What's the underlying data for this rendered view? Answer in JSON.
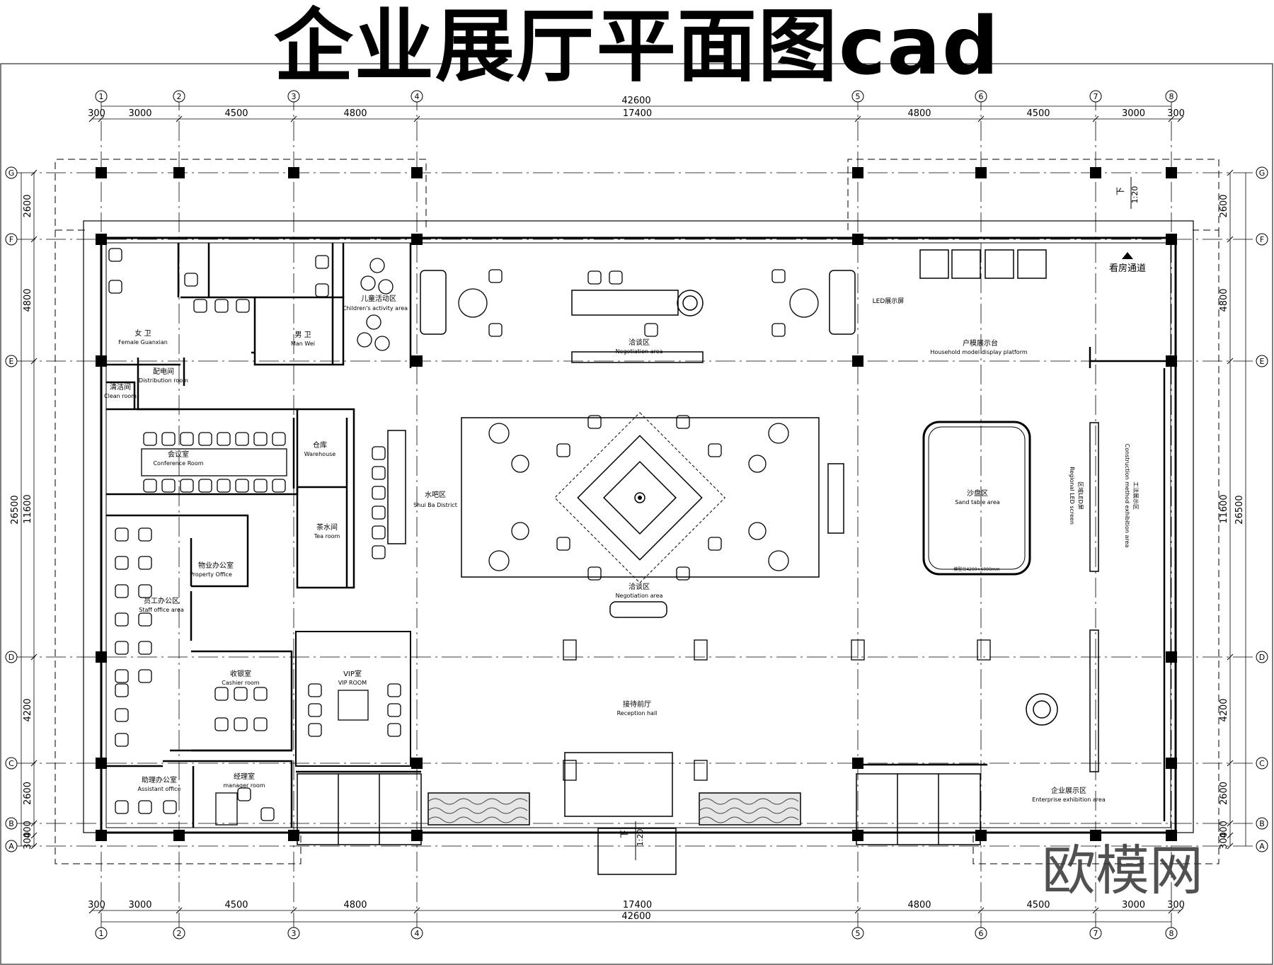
{
  "title": "企业展厅平面图cad",
  "watermark": "欧模网",
  "grid": {
    "columns": [
      "1",
      "2",
      "3",
      "4",
      "5",
      "6",
      "7",
      "8"
    ],
    "rows": [
      "G",
      "F",
      "E",
      "D",
      "C",
      "B",
      "A"
    ]
  },
  "dimensions": {
    "total_width": "42600",
    "top_segments": [
      "300",
      "3000",
      "4500",
      "4800",
      "17400",
      "4800",
      "4500",
      "3000",
      "300"
    ],
    "bottom_segments": [
      "300",
      "3000",
      "4500",
      "4800",
      "17400",
      "4800",
      "4500",
      "3000",
      "300"
    ],
    "left_total": "26500",
    "left_mid": "11600",
    "left_segments": [
      "2600",
      "4800",
      "4200",
      "2600",
      "400",
      "300"
    ],
    "right_total": "26500",
    "right_mid": "11600",
    "right_segments": [
      "2600",
      "4800",
      "4200",
      "2600",
      "400",
      "300"
    ]
  },
  "rooms": {
    "female_toilet": {
      "cn": "女 卫",
      "en": "Female Guanxian"
    },
    "male_toilet": {
      "cn": "男 卫",
      "en": "Man Wei"
    },
    "children_area": {
      "cn": "儿童活动区",
      "en": "Children's activity area"
    },
    "distribution": {
      "cn": "配电间",
      "en": "Distribution room"
    },
    "clean_room": {
      "cn": "清洁间",
      "en": "Clean room"
    },
    "conference": {
      "cn": "会议室",
      "en": "Conference Room"
    },
    "warehouse": {
      "cn": "仓库",
      "en": "Warehouse"
    },
    "tea_room": {
      "cn": "茶水间",
      "en": "Tea room"
    },
    "water_bar": {
      "cn": "水吧区",
      "en": "Shui Ba District"
    },
    "property_office": {
      "cn": "物业办公室",
      "en": "Property Office"
    },
    "staff_office": {
      "cn": "员工办公区",
      "en": "Staff office area"
    },
    "cashier": {
      "cn": "收银室",
      "en": "Cashier room"
    },
    "vip": {
      "cn": "VIP室",
      "en": "VIP ROOM"
    },
    "assistant_office": {
      "cn": "助理办公室",
      "en": "Assistant office"
    },
    "manager": {
      "cn": "经理室",
      "en": "manager room"
    },
    "negotiation_top": {
      "cn": "洽谈区",
      "en": "Negotiation area"
    },
    "negotiation_mid": {
      "cn": "洽谈区",
      "en": "Negotiation area"
    },
    "led_screen": {
      "cn": "LED展示屏"
    },
    "household": {
      "cn": "户模展示台",
      "en": "Household model display platform"
    },
    "sand_table": {
      "cn": "沙盘区",
      "en": "Sand table area",
      "note": "模型台4200×6000mm"
    },
    "regional_led": {
      "cn": "区域LED屏",
      "en": "Regional LED screen"
    },
    "construction": {
      "cn": "工法展示区",
      "en": "Construction method exhibition area"
    },
    "reception": {
      "cn": "接待前厅",
      "en": "Reception hall"
    },
    "enterprise": {
      "cn": "企业展示区",
      "en": "Enterprise exhibition area"
    },
    "viewing_channel": {
      "cn": "看房通道"
    }
  },
  "ramps": {
    "top": {
      "dir": "下",
      "slope": "1:20"
    },
    "bottom": {
      "dir": "下",
      "slope": "1:20"
    }
  }
}
